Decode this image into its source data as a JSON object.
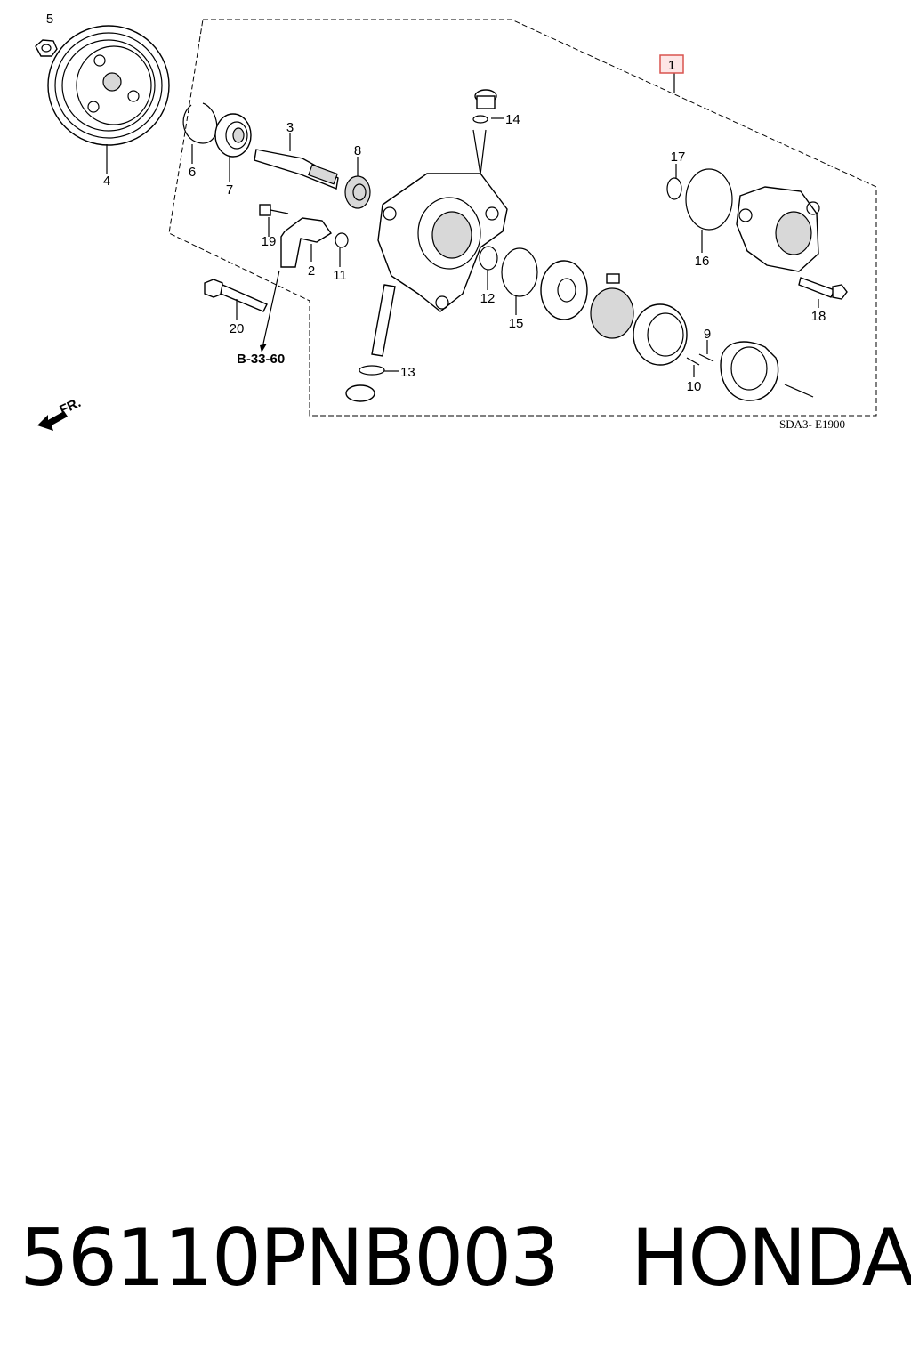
{
  "diagram": {
    "callouts": [
      "1",
      "2",
      "3",
      "4",
      "5",
      "6",
      "7",
      "8",
      "9",
      "10",
      "11",
      "12",
      "13",
      "14",
      "15",
      "16",
      "17",
      "18",
      "19",
      "20"
    ],
    "reference_label": "B-33-60",
    "front_label": "FR.",
    "diagram_code": "SDA3- E1900"
  },
  "caption": {
    "part_number": "56110PNB003",
    "brand": "HONDA"
  },
  "colors": {
    "highlight_box": "#d9534f"
  }
}
